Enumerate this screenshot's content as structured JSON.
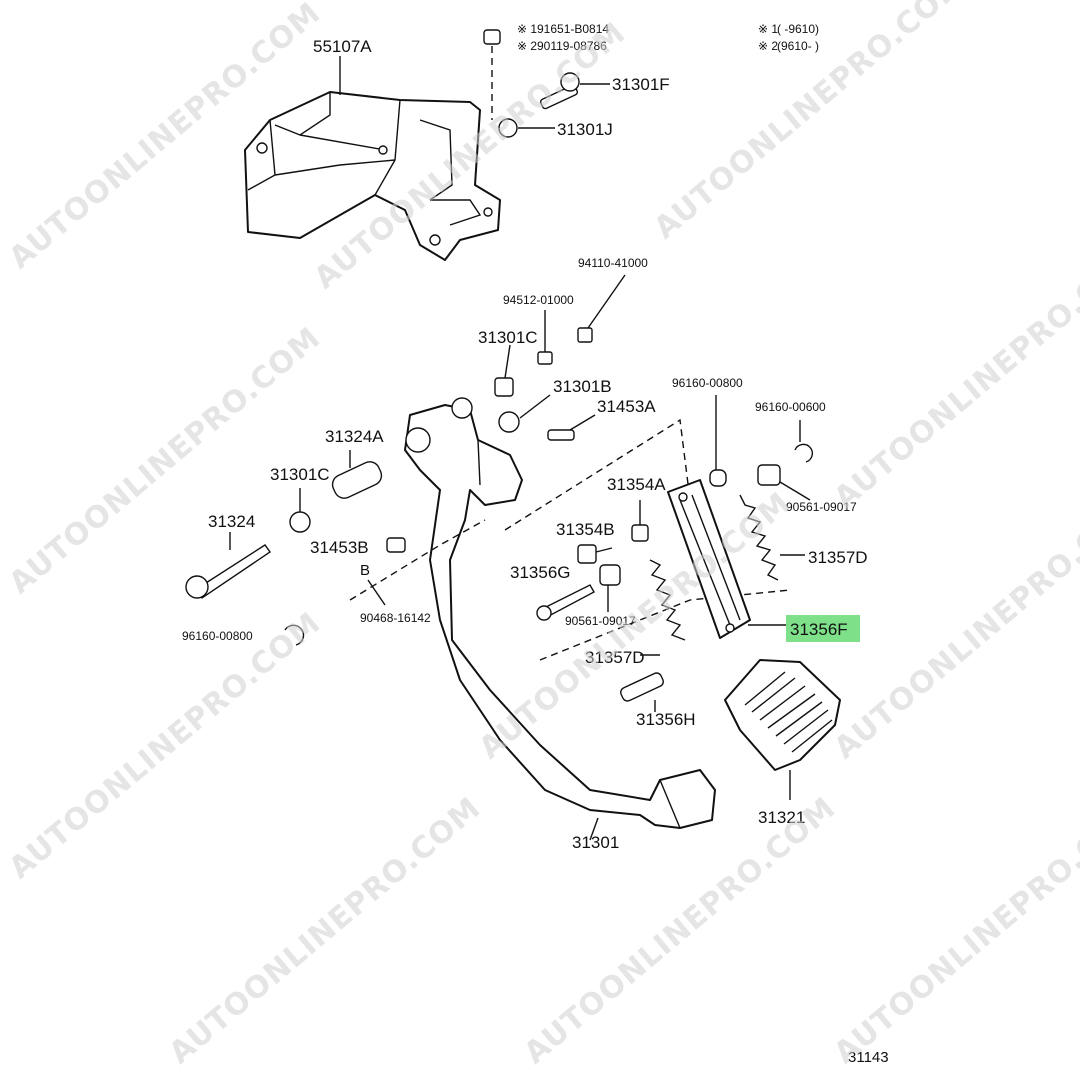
{
  "legend": {
    "note1_code": "※ 1",
    "note1_part": "91651-B0814",
    "note2_code": "※ 2",
    "note2_part": "90119-08786",
    "range1_code": "※ 1",
    "range1_text": "(      -9610)",
    "range2_code": "※ 2",
    "range2_text": "(9610-      )"
  },
  "labels": {
    "p55107A": "55107A",
    "p31301F": "31301F",
    "p31301J": "31301J",
    "p94110": "94110-41000",
    "p94512": "94512-01000",
    "p31301C_top": "31301C",
    "p31301B": "31301B",
    "p31453A": "31453A",
    "p96160_a": "96160-00800",
    "p96160_b": "96160-00600",
    "p31324A": "31324A",
    "p31301C_left": "31301C",
    "p31324": "31324",
    "p31453B": "31453B",
    "pB": "B",
    "p90468": "90468-16142",
    "p96160_c": "96160-00800",
    "p31354A": "31354A",
    "p31354B": "31354B",
    "p31356G": "31356G",
    "p90561_a": "90561-09017",
    "p90561_b": "90561-09017",
    "p31357D_right": "31357D",
    "p31356F": "31356F",
    "p31357D_left": "31357D",
    "p31356H": "31356H",
    "p31301": "31301",
    "p31321": "31321",
    "fig_code": "31143"
  },
  "highlight": {
    "part": "31356F",
    "color": "#7fe08a"
  },
  "watermark": {
    "text": "AUTOONLINEPRO.COM",
    "color": "#d0d0d0"
  }
}
